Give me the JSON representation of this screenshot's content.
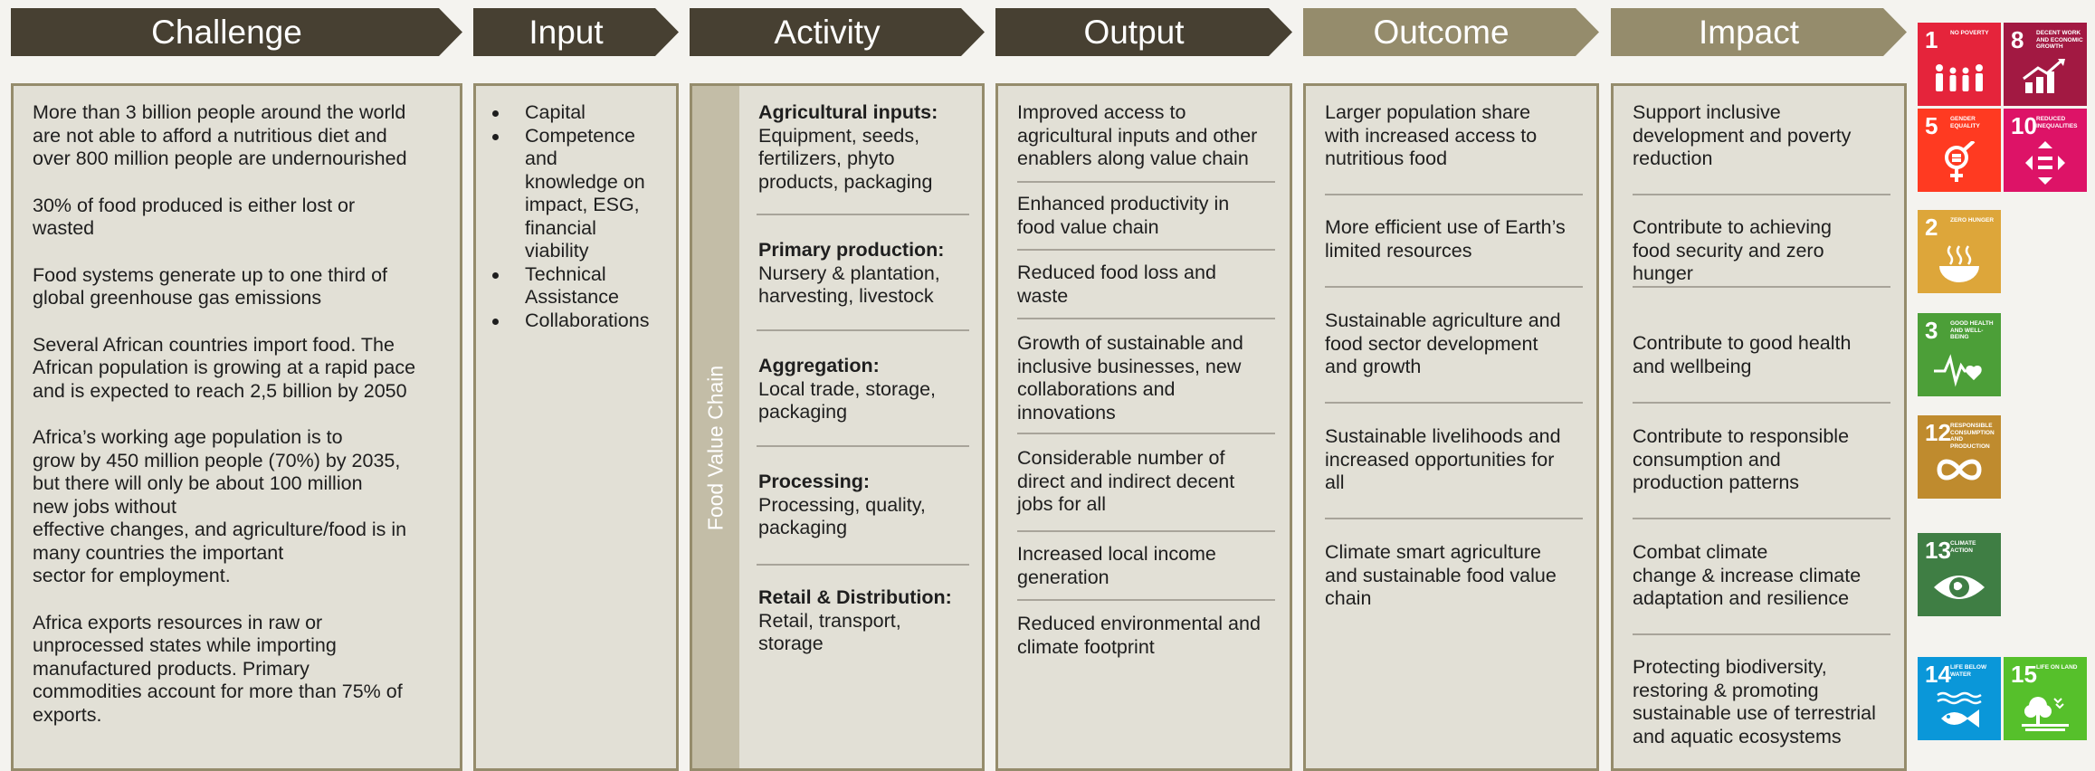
{
  "headers": {
    "challenge": "Challenge",
    "input": "Input",
    "activity": "Activity",
    "output": "Output",
    "outcome": "Outcome",
    "impact": "Impact"
  },
  "challenge": [
    "More than 3 billion people around the world\nare not able to afford a nutritious diet and\nover 800 million people are undernourished",
    "30% of food produced is either lost or\nwasted",
    "Food systems generate up to one third of\nglobal greenhouse gas emissions",
    "Several African countries import food. The\nAfrican population is growing at a rapid pace\nand is expected to reach 2,5 billion by 2050",
    "Africa’s working age population is to\ngrow by 450 million people (70%) by 2035,\nbut there will only be about 100 million\nnew jobs without\neffective changes, and agriculture/food is in\nmany countries the important\nsector for employment.",
    "Africa exports resources in raw or\nunprocessed states while importing\nmanufactured products. Primary\ncommodities account for more than 75% of\nexports."
  ],
  "input": [
    "Capital",
    "Competence\nand\nknowledge on\nimpact, ESG,\nfinancial\nviability",
    "Technical\nAssistance",
    "Collaborations"
  ],
  "activity": {
    "band_label": "Food Value Chain",
    "items": [
      {
        "title": "Agricultural inputs:",
        "body": "Equipment, seeds,\nfertilizers, phyto\nproducts, packaging"
      },
      {
        "title": "Primary production:",
        "body": "Nursery & plantation,\nharvesting, livestock"
      },
      {
        "title": "Aggregation:",
        "body": "Local trade, storage,\npackaging"
      },
      {
        "title": "Processing:",
        "body": "Processing, quality,\npackaging"
      },
      {
        "title": "Retail & Distribution:",
        "body": "Retail, transport,\nstorage"
      }
    ]
  },
  "output": [
    "Improved access to\nagricultural inputs and other\nenablers along value chain",
    "Enhanced productivity in\nfood value chain",
    "Reduced food loss and\nwaste",
    "Growth of sustainable and\ninclusive businesses, new\ncollaborations and\ninnovations",
    "Considerable number of\ndirect and indirect decent\njobs for all",
    "Increased local income\ngeneration",
    "Reduced environmental and\nclimate footprint"
  ],
  "outcome": [
    "Larger population share\nwith increased access to\nnutritious food",
    "More efficient use of Earth’s\nlimited resources",
    "Sustainable agriculture and\nfood sector development\nand growth",
    "Sustainable livelihoods and\nincreased opportunities for\nall",
    "Climate smart agriculture\nand sustainable food value\nchain"
  ],
  "impact": [
    "Support inclusive\ndevelopment and poverty\nreduction",
    "Contribute to achieving\nfood security and zero\nhunger",
    "Contribute to good health\nand wellbeing",
    "Contribute to responsible\nconsumption and\nproduction patterns",
    "Combat climate\nchange & increase climate\nadaptation and resilience",
    "Protecting biodiversity,\nrestoring & promoting\nsustainable use of terrestrial\nand aquatic ecosystems"
  ],
  "sdg": {
    "no_poverty": {
      "num": "1",
      "label": "NO POVERTY",
      "color": "#e5243b",
      "icon": "family-icon"
    },
    "decent_work": {
      "num": "8",
      "label": "DECENT WORK AND ECONOMIC GROWTH",
      "color": "#a21942",
      "icon": "growth-chart-icon"
    },
    "gender_equality": {
      "num": "5",
      "label": "GENDER EQUALITY",
      "color": "#ff3a21",
      "icon": "gender-icon"
    },
    "reduced_inequalities": {
      "num": "10",
      "label": "REDUCED INEQUALITIES",
      "color": "#dd1367",
      "icon": "equality-arrows-icon"
    },
    "zero_hunger": {
      "num": "2",
      "label": "ZERO HUNGER",
      "color": "#dda63a",
      "icon": "bowl-icon"
    },
    "good_health": {
      "num": "3",
      "label": "GOOD HEALTH AND WELL-BEING",
      "color": "#4c9f38",
      "icon": "heartbeat-icon"
    },
    "responsible_consumption": {
      "num": "12",
      "label": "RESPONSIBLE CONSUMPTION AND PRODUCTION",
      "color": "#bf8b2e",
      "icon": "infinity-icon"
    },
    "climate_action": {
      "num": "13",
      "label": "CLIMATE ACTION",
      "color": "#3f7e44",
      "icon": "eye-globe-icon"
    },
    "life_below_water": {
      "num": "14",
      "label": "LIFE BELOW WATER",
      "color": "#0a97d9",
      "icon": "fish-icon"
    },
    "life_on_land": {
      "num": "15",
      "label": "LIFE ON LAND",
      "color": "#56c02b",
      "icon": "tree-icon"
    }
  }
}
